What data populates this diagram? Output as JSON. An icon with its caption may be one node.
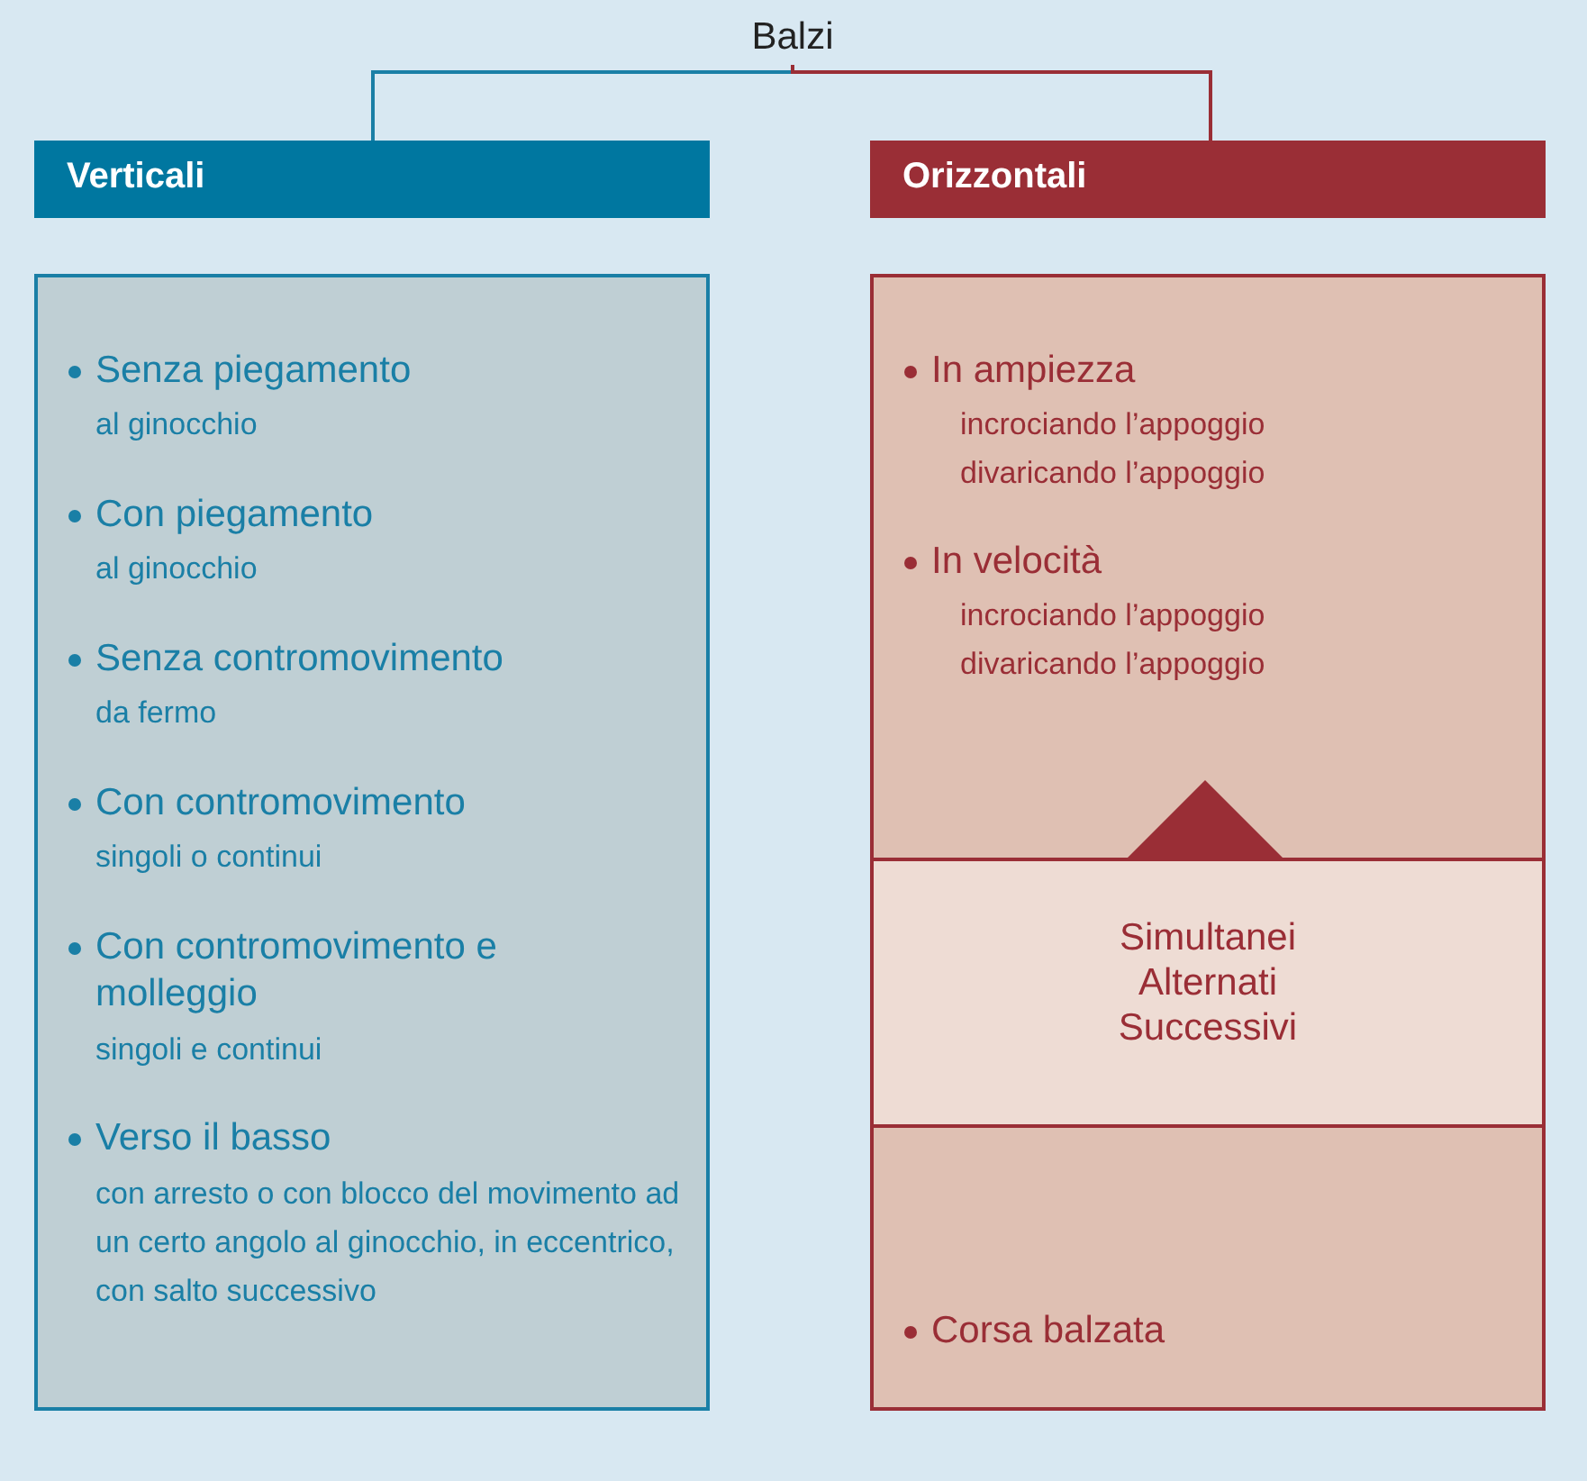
{
  "diagram": {
    "nodes": [
      {
        "text": [
          "Balzi"
        ]
      },
      {
        "text": [
          "Verticali"
        ]
      },
      {
        "text": [
          "Orizzontali"
        ]
      },
      {
        "text": [
          "Senza piegamento",
          "al ginocchio",
          "Con piegamento",
          "al ginocchio",
          "Senza contromovimento",
          "da fermo",
          "Con contromovimento",
          "singoli o continui",
          "Con contromovimento e molleggio",
          "singoli e continui",
          "Verso il basso",
          "con arresto o con blocco del movimento ad un certo angolo al ginocchio, in eccentrico, con salto successivo"
        ]
      },
      {
        "text": [
          "In ampiezza",
          "incrociando l’appoggio",
          "divaricando l’appoggio",
          "In velocità",
          "incrociando l’appoggio",
          "divaricando l’appoggio",
          "Corsa balzata"
        ]
      },
      {
        "text": [],
        "shape": "triangle",
        "in": 4
      },
      {
        "text": [
          "Simultanei",
          "Alternati",
          "Successivi"
        ],
        "in": 4
      }
    ],
    "edges": [
      {
        "from": 0,
        "to": 1,
        "arrow": "none",
        "color": "#1a7fa6"
      },
      {
        "from": 0,
        "to": 2,
        "arrow": "none",
        "color": "#9a2e36"
      }
    ]
  }
}
